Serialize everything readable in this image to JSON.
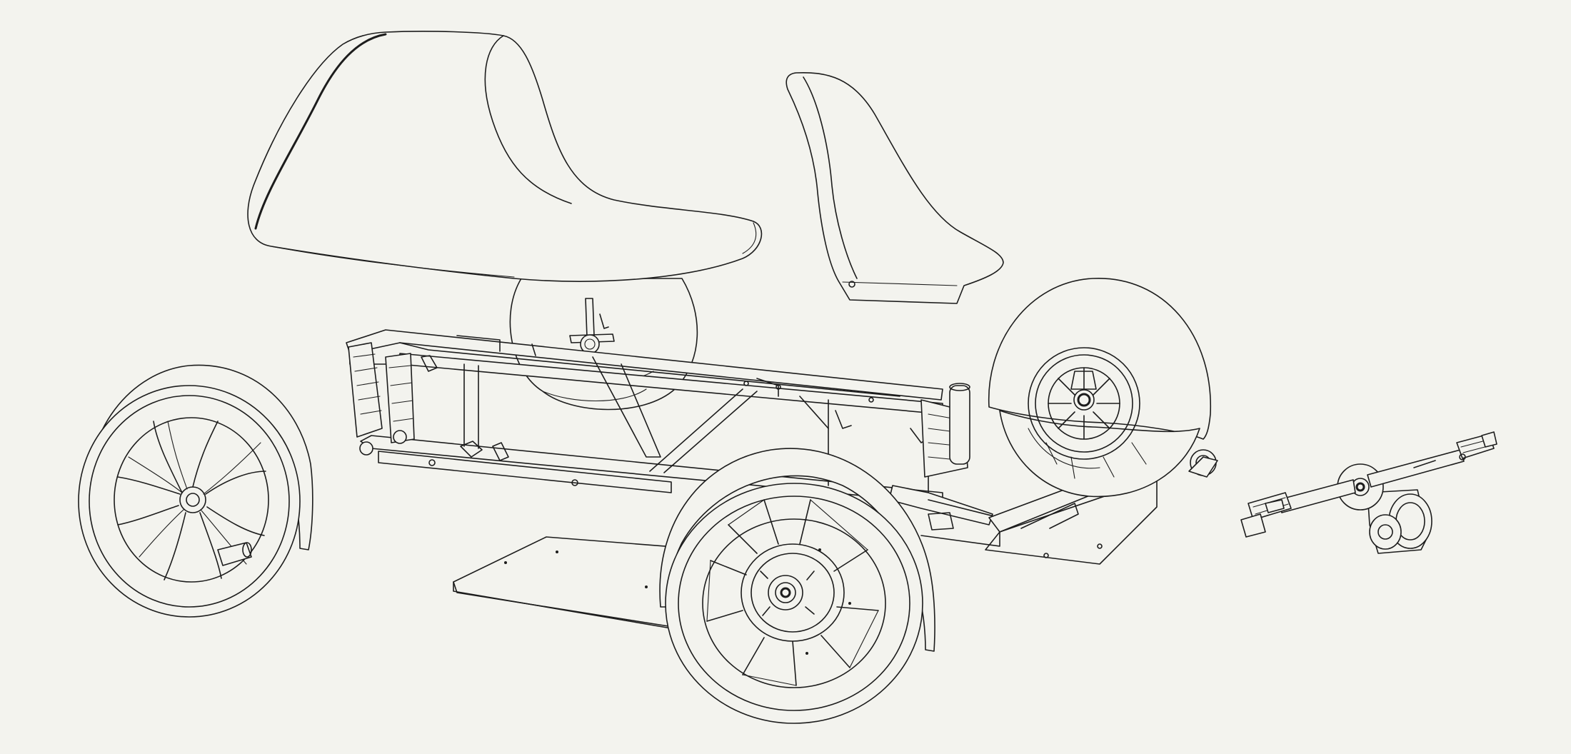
{
  "drawing": {
    "background_color": "#f3f3ee",
    "line_color": "#1c1c1c",
    "components": [
      {
        "name": "front-seat"
      },
      {
        "name": "rear-seat"
      },
      {
        "name": "chassis-frame"
      },
      {
        "name": "front-left-wheel-with-fender"
      },
      {
        "name": "front-right-wheel-with-fender"
      },
      {
        "name": "rear-wheel-hub-motor-with-fender"
      },
      {
        "name": "floor-board"
      },
      {
        "name": "crank-and-pedal-assembly"
      }
    ]
  }
}
